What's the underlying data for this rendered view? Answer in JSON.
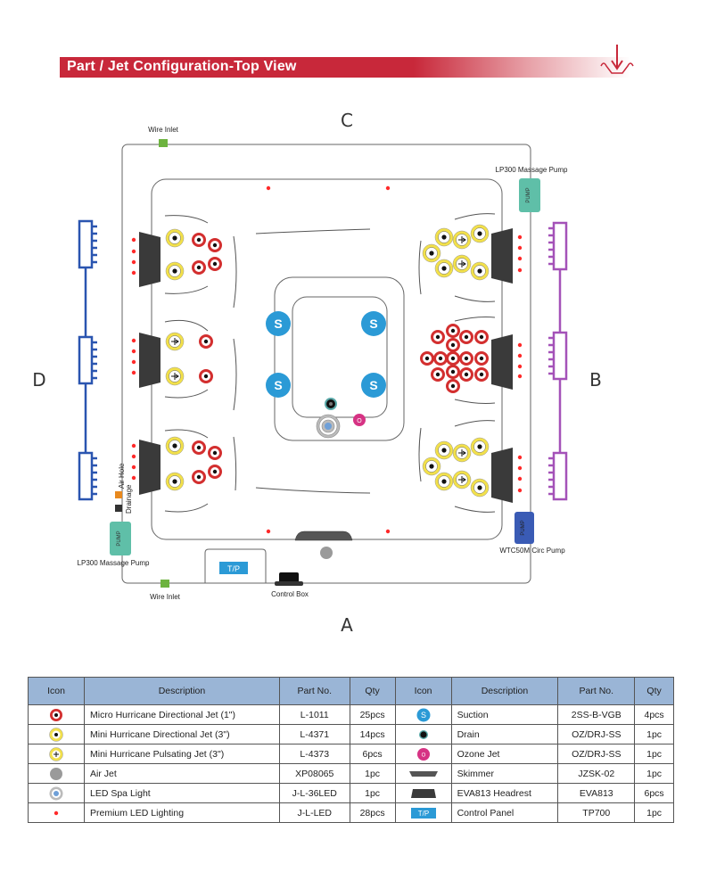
{
  "banner": {
    "title": "Part / Jet Configuration-Top View",
    "accent": "#c8283a"
  },
  "diagram": {
    "sides": {
      "top": "C",
      "right": "B",
      "bottom": "A",
      "left": "D"
    },
    "labels": {
      "wire_inlet_top": "Wire Inlet",
      "wire_inlet_bottom": "Wire Inlet",
      "pump_top_right": "LP300 Massage Pump",
      "pump_bottom_left": "LP300 Massage Pump",
      "circ_pump": "WTC50M Circ Pump",
      "control_box": "Control Box",
      "air_hole": "Air Hole",
      "drainage": "Drainage",
      "pump_text": "PUMP",
      "tp_text": "T/P",
      "suction_text": "S",
      "ozone_text": "O"
    },
    "colors": {
      "micro_jet": "#d32f2f",
      "mini_jet": "#f2e04a",
      "suction": "#2b9ad6",
      "ozone": "#d63384",
      "massage_pump": "#5fbfa8",
      "circ_pump": "#3a5bb5",
      "manifold_left": "#2a55b0",
      "manifold_right": "#a452b8",
      "led": "#ff2a2a",
      "headrest": "#3a3a3a"
    }
  },
  "table": {
    "headers": [
      "Icon",
      "Description",
      "Part No.",
      "Qty",
      "Icon",
      "Description",
      "Part No.",
      "Qty"
    ],
    "left": [
      {
        "icon": "micro-hurricane-jet-icon",
        "description": "Micro Hurricane Directional Jet (1\")",
        "part_no": "L-1011",
        "qty": "25pcs"
      },
      {
        "icon": "mini-hurricane-jet-icon",
        "description": "Mini Hurricane Directional Jet (3\")",
        "part_no": "L-4371",
        "qty": "14pcs"
      },
      {
        "icon": "pulsating-jet-icon",
        "description": "Mini Hurricane Pulsating Jet (3\")",
        "part_no": "L-4373",
        "qty": "6pcs"
      },
      {
        "icon": "air-jet-icon",
        "description": "Air Jet",
        "part_no": "XP08065",
        "qty": "1pc"
      },
      {
        "icon": "led-spa-light-icon",
        "description": "LED Spa Light",
        "part_no": "J-L-36LED",
        "qty": "1pc"
      },
      {
        "icon": "led-lighting-icon",
        "description": "Premium LED Lighting",
        "part_no": "J-L-LED",
        "qty": "28pcs"
      }
    ],
    "right": [
      {
        "icon": "suction-icon",
        "description": "Suction",
        "part_no": "2SS-B-VGB",
        "qty": "4pcs"
      },
      {
        "icon": "drain-icon",
        "description": "Drain",
        "part_no": "OZ/DRJ-SS",
        "qty": "1pc"
      },
      {
        "icon": "ozone-jet-icon",
        "description": "Ozone Jet",
        "part_no": "OZ/DRJ-SS",
        "qty": "1pc"
      },
      {
        "icon": "skimmer-icon",
        "description": "Skimmer",
        "part_no": "JZSK-02",
        "qty": "1pc"
      },
      {
        "icon": "headrest-icon",
        "description": "EVA813 Headrest",
        "part_no": "EVA813",
        "qty": "6pcs"
      },
      {
        "icon": "control-panel-icon",
        "description": "Control Panel",
        "part_no": "TP700",
        "qty": "1pc"
      }
    ]
  }
}
